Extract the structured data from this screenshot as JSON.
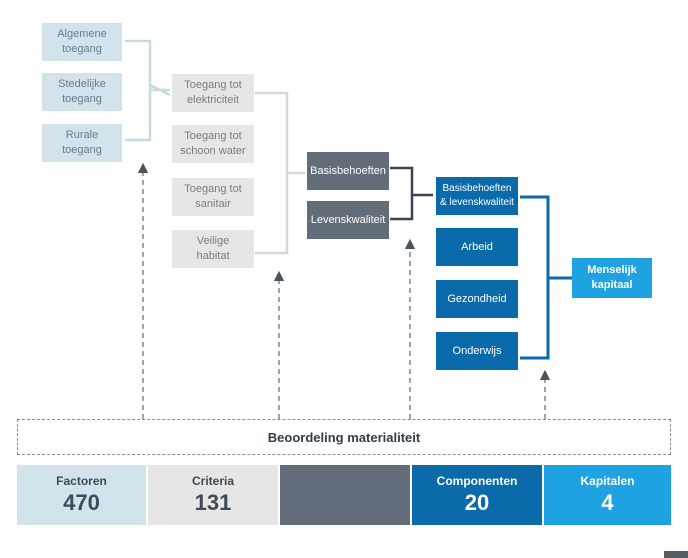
{
  "diagram": {
    "level1": [
      "Algemene\ntoegang",
      "Stedelijke\ntoegang",
      "Rurale\ntoegang"
    ],
    "level2": [
      "Toegang tot\nelektriciteit",
      "Toegang tot\nschoon water",
      "Toegang tot\nsanitair",
      "Veilige\nhabitat"
    ],
    "level3": [
      "Basisbehoeften",
      "Levenskwaliteit"
    ],
    "level4": [
      "Basisbehoeften\n& levenskwaliteit",
      "Arbeid",
      "Gezondheid",
      "Onderwijs"
    ],
    "level5": "Menselijk\nkapitaal",
    "assessment_label": "Beoordeling materialiteit"
  },
  "summary_bar": [
    {
      "label": "Factoren",
      "value": "470"
    },
    {
      "label": "Criteria",
      "value": "131"
    },
    {
      "label": "",
      "value": ""
    },
    {
      "label": "Componenten",
      "value": "20"
    },
    {
      "label": "Kapitalen",
      "value": "4"
    }
  ],
  "colors": {
    "level1": "#d3e3ec",
    "level2": "#e6e6e6",
    "level3": "#636d79",
    "level4": "#0a6aaa",
    "level5": "#1ea2e2"
  }
}
